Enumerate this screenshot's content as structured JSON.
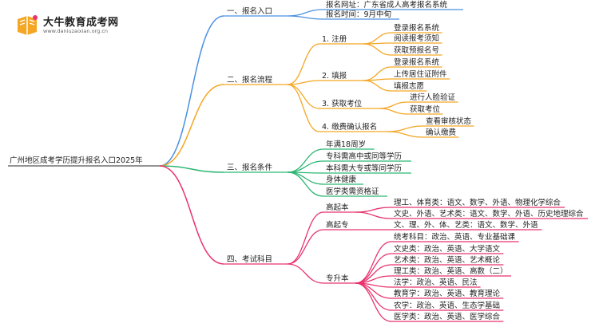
{
  "logo": {
    "title": "大牛教育成考网",
    "url": "www.daniuzaixian.org.cn"
  },
  "mindmap": {
    "root": "广州地区成考学历提升报名入口2025年",
    "colors": {
      "branch_1": "#4a90e2",
      "branch_2": "#f5a623",
      "branch_3": "#2bb673",
      "branch_4": "#e8336d",
      "text": "#222222",
      "icon_orange": "#f5a623"
    },
    "branches": [
      {
        "label": "一、报名入口",
        "children": [
          {
            "label": "报名网址：广东省成人高考报名系统",
            "children": []
          },
          {
            "label": "报名时间：9月中旬",
            "children": []
          }
        ]
      },
      {
        "label": "二、报名流程",
        "children": [
          {
            "label": "1. 注册",
            "children": [
              {
                "label": "登录报名系统"
              },
              {
                "label": "阅读报考须知"
              },
              {
                "label": "获取预报名号"
              }
            ]
          },
          {
            "label": "2. 填报",
            "children": [
              {
                "label": "登录报名系统"
              },
              {
                "label": "上传居住证附件"
              },
              {
                "label": "填报志愿"
              }
            ]
          },
          {
            "label": "3. 获取考位",
            "children": [
              {
                "label": "进行人脸验证"
              },
              {
                "label": "获取考位"
              }
            ]
          },
          {
            "label": "4. 缴费确认报名",
            "children": [
              {
                "label": "查看审核状态"
              },
              {
                "label": "确认缴费"
              }
            ]
          }
        ]
      },
      {
        "label": "三、报名条件",
        "children": [
          {
            "label": "年满18周岁",
            "children": []
          },
          {
            "label": "专科需高中或同等学历",
            "children": []
          },
          {
            "label": "本科需大专或等同学历",
            "children": []
          },
          {
            "label": "身体健康",
            "children": []
          },
          {
            "label": "医学类需资格证",
            "children": []
          }
        ]
      },
      {
        "label": "四、考试科目",
        "children": [
          {
            "label": "高起本",
            "children": [
              {
                "label": "理工、体育类：语文、数学、外语、物理化学综合"
              },
              {
                "label": "文史、外语、艺术类：语文、数学、外语、历史地理综合"
              }
            ]
          },
          {
            "label": "高起专",
            "children": [
              {
                "label": "文、理、外、体、艺类：语文、数学、外语"
              }
            ]
          },
          {
            "label": "专升本",
            "children": [
              {
                "label": "统考科目：政治、英语、专业基础课"
              },
              {
                "label": "文史类：政治、英语、大学语文"
              },
              {
                "label": "艺术类：政治、英语、艺术概论"
              },
              {
                "label": "理工类：政治、英语、高数（二）"
              },
              {
                "label": "法学：政治、英语、民法"
              },
              {
                "label": "教育学：政治、英语、教育理论"
              },
              {
                "label": "农学：政治、英语、生态学基础"
              },
              {
                "label": "医学类：政治、英语、医学综合"
              }
            ]
          }
        ]
      }
    ]
  }
}
